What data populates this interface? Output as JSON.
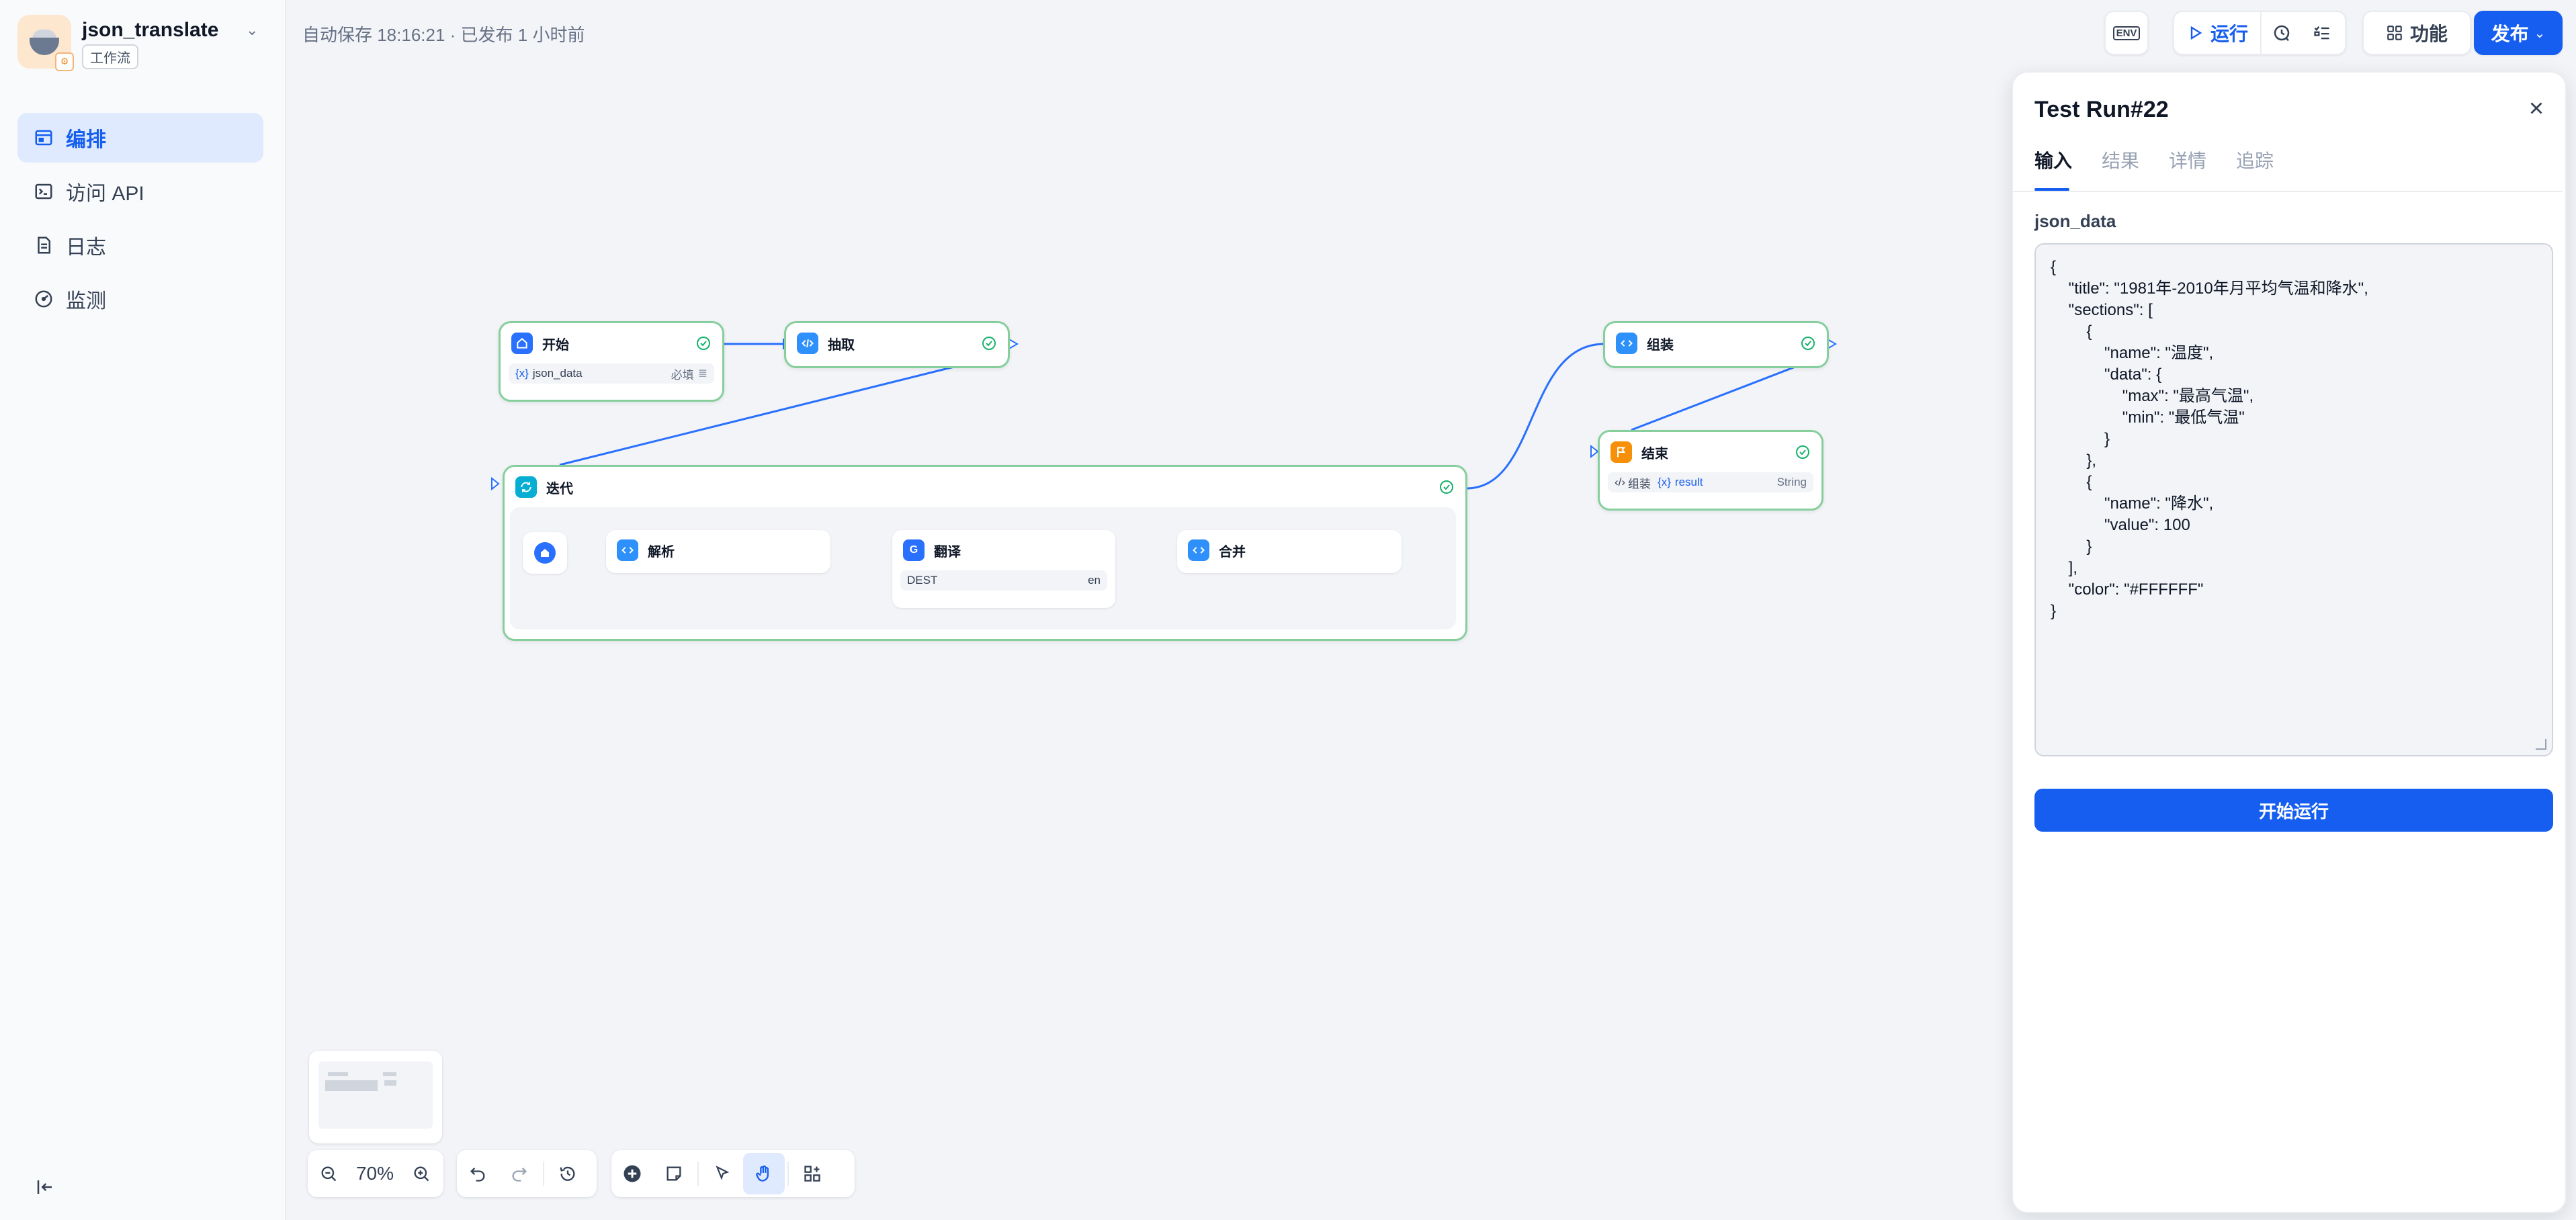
{
  "app": {
    "name": "json_translate",
    "type_badge": "工作流"
  },
  "sidebar": {
    "items": [
      {
        "label": "编排",
        "icon": "layout-icon",
        "active": true
      },
      {
        "label": "访问 API",
        "icon": "terminal-icon",
        "active": false
      },
      {
        "label": "日志",
        "icon": "log-icon",
        "active": false
      },
      {
        "label": "监测",
        "icon": "monitor-icon",
        "active": false
      }
    ]
  },
  "header": {
    "autosave": "自动保存 18:16:21 · 已发布 1 小时前",
    "env_label": "ENV",
    "run_label": "运行",
    "feature_label": "功能",
    "publish_label": "发布"
  },
  "canvas": {
    "nodes": {
      "start": {
        "title": "开始",
        "var_name": "json_data",
        "var_required": "必填"
      },
      "extract": {
        "title": "抽取"
      },
      "iteration": {
        "title": "迭代"
      },
      "parse": {
        "title": "解析"
      },
      "translate": {
        "title": "翻译",
        "param_label": "DEST",
        "param_value": "en"
      },
      "merge": {
        "title": "合并"
      },
      "assemble": {
        "title": "组装"
      },
      "end": {
        "title": "结束",
        "var_source": "组装",
        "var_name": "result",
        "var_type": "String"
      }
    },
    "var_symbol": "{x}"
  },
  "toolbar": {
    "zoom": "70%"
  },
  "panel": {
    "title": "Test Run#22",
    "tabs": [
      "输入",
      "结果",
      "详情",
      "追踪"
    ],
    "active_tab": "输入",
    "field_label": "json_data",
    "json_value": "{\n    \"title\": \"1981年-2010年月平均气温和降水\",\n    \"sections\": [\n        {\n            \"name\": \"温度\",\n            \"data\": {\n                \"max\": \"最高气温\",\n                \"min\": \"最低气温\"\n            }\n        },\n        {\n            \"name\": \"降水\",\n            \"value\": 100\n        }\n    ],\n    \"color\": \"#FFFFFF\"\n}",
    "start_button": "开始运行"
  },
  "colors": {
    "accent": "#155eef",
    "node_border_success": "#86cf9c",
    "edge": "#2970ff",
    "canvas_bg": "#f2f4f7"
  }
}
